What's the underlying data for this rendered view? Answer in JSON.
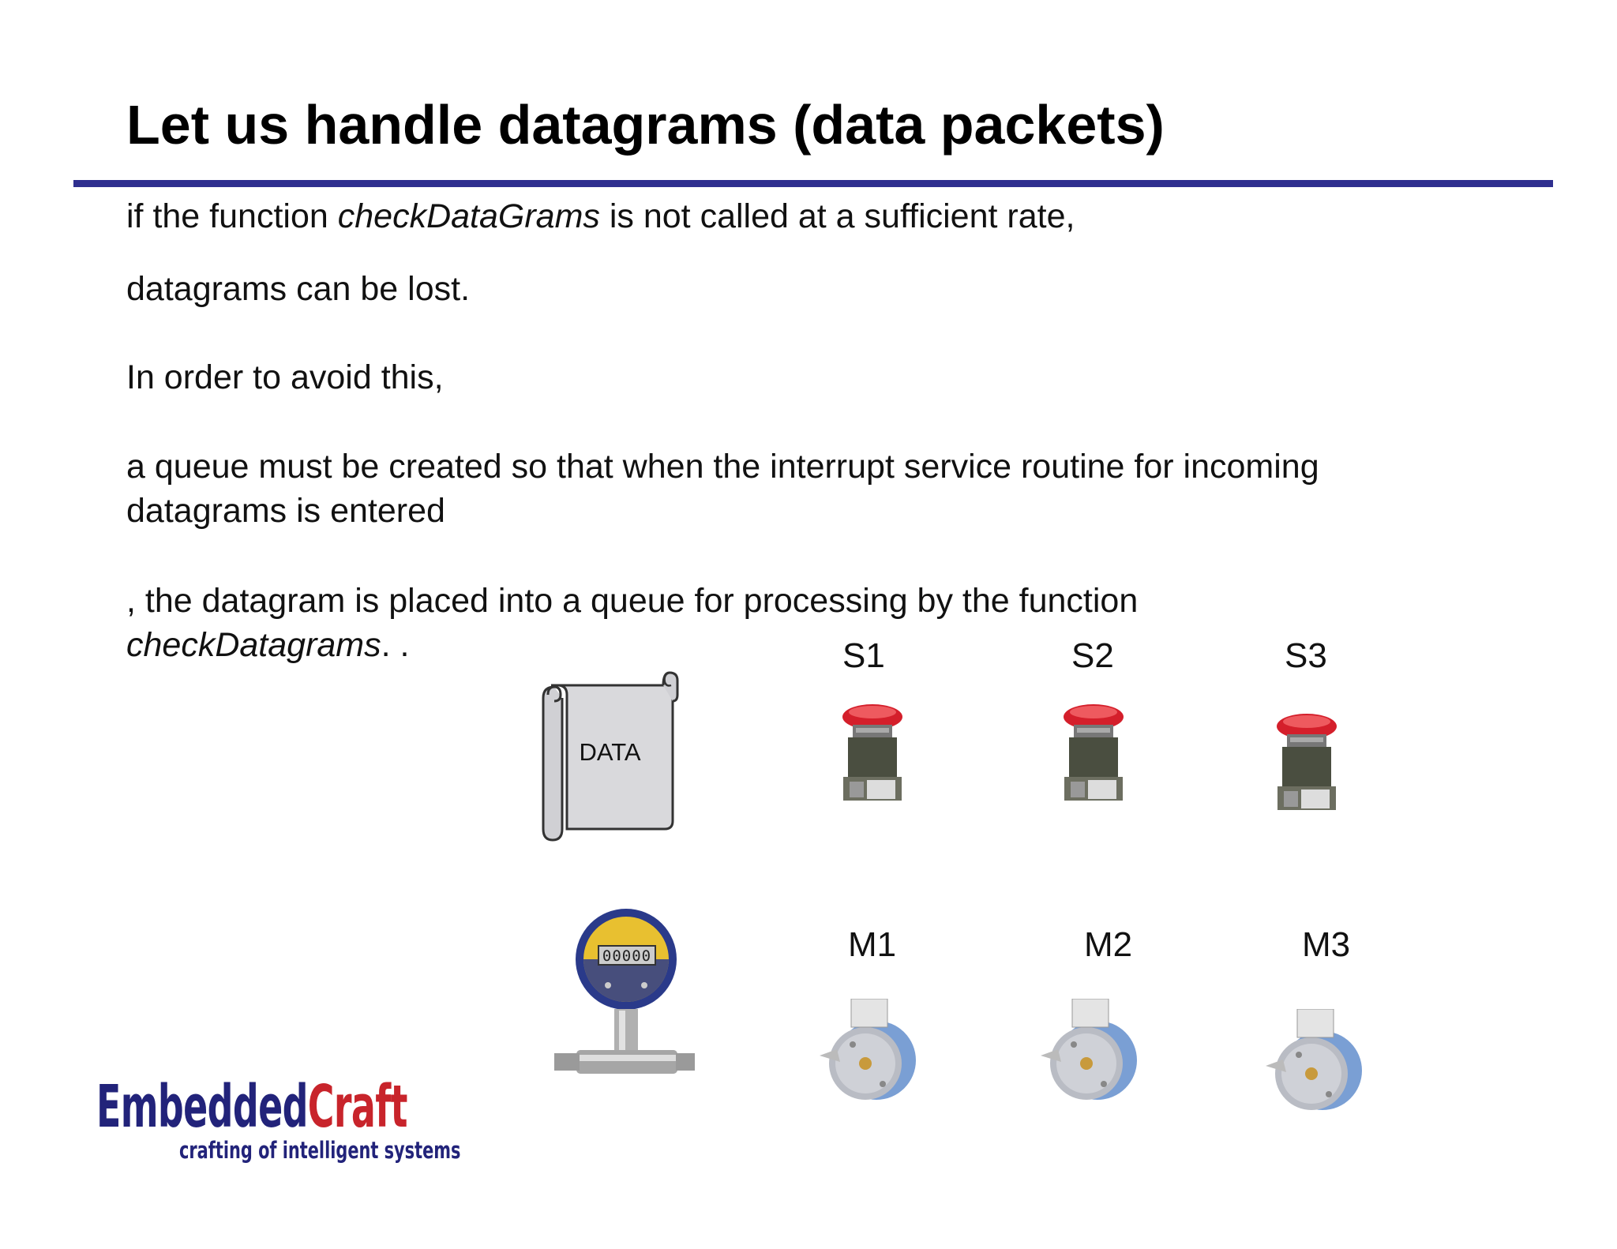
{
  "slide": {
    "title": "Let us handle datagrams (data packets)",
    "paragraphs": {
      "p1_before": "if the function ",
      "p1_italic": "checkDataGrams",
      "p1_after": " is not called at a sufficient rate,",
      "p2": "datagrams can be lost.",
      "p3": "In order to avoid this,",
      "p4_line1": "a queue must be created so that when the interrupt service routine for incoming",
      "p4_line2": "datagrams is entered",
      "p5_line1": ", the datagram is placed into a queue for processing by the function",
      "p5_italic": "checkDatagrams",
      "p5_after": ". ."
    },
    "scroll_label": "DATA",
    "switch_labels": [
      "S1",
      "S2",
      "S3"
    ],
    "motor_labels": [
      "M1",
      "M2",
      "M3"
    ],
    "logo": {
      "brand_part1": "Embedded",
      "brand_part2": "Craft",
      "tagline": "crafting of intelligent systems"
    },
    "gauge_digits": "00000",
    "colors": {
      "title_rule": "#2f2f8f",
      "logo_blue": "#22237a",
      "logo_red": "#c8242b",
      "button_red": "#d41f2b"
    },
    "icons": [
      "scroll-icon",
      "emergency-stop-button-icon",
      "pressure-gauge-icon",
      "stepper-motor-icon"
    ]
  }
}
